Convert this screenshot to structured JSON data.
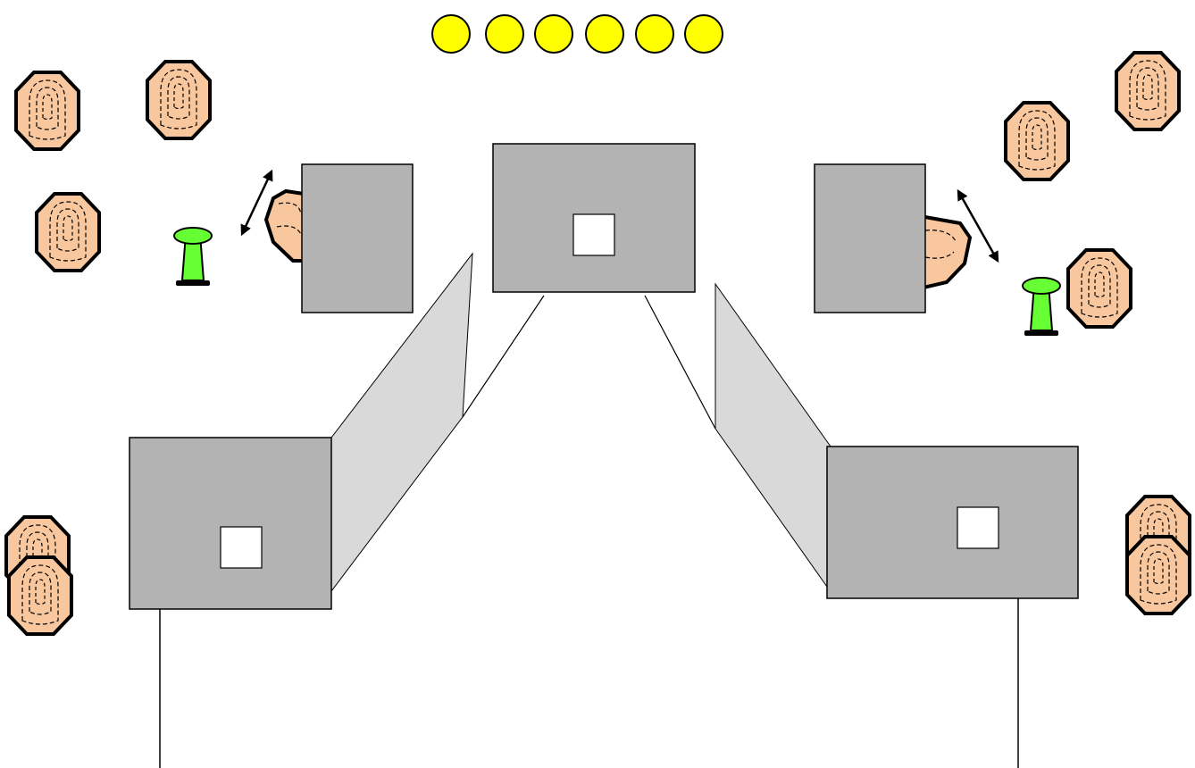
{
  "diagram": {
    "kind": "shooting-stage-layout",
    "colors": {
      "background": "#ffffff",
      "barrier": "#b3b3b3",
      "barrier_side": "#d9d9d9",
      "window": "#ffffff",
      "target_fill": "#f9c79e",
      "target_outline": "#000000",
      "plate": "#ffff00",
      "cone": "#66ff33",
      "line": "#000000"
    },
    "plate_count": 6,
    "elements": [
      {
        "name": "steel-plate-rack",
        "icon": "yellow-circle",
        "count": 6
      },
      {
        "name": "paper-target",
        "icon": "octagon-target-icon",
        "count": 11
      },
      {
        "name": "swinging-target",
        "icon": "activated-target-icon",
        "count": 2
      },
      {
        "name": "activator-cone",
        "icon": "green-cone-icon",
        "count": 2
      },
      {
        "name": "barrier-wall",
        "icon": "gray-wall",
        "count": 5
      },
      {
        "name": "port-window",
        "icon": "white-square",
        "count": 3
      },
      {
        "name": "fault-line",
        "icon": "line",
        "count": 2
      }
    ]
  }
}
